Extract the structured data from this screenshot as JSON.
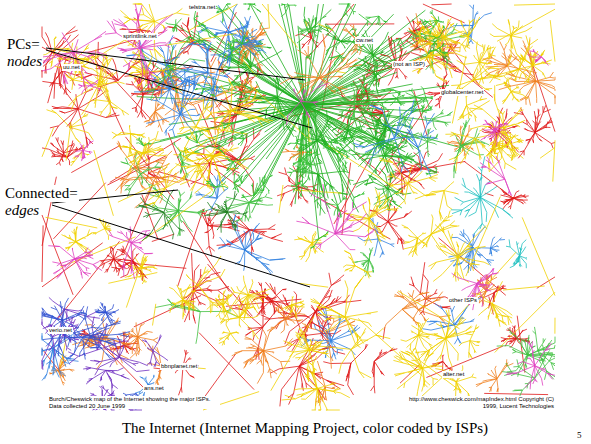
{
  "diagram": {
    "caption": "The Internet (Internet Mapping Project, color coded by ISPs)",
    "labels": [
      "PCs=",
      "nodes",
      "Connected=",
      "edges",
      "telstra.net",
      "sprintlink.net",
      "uu.net",
      "cw.net",
      "(not an ISP)",
      "globalcenter.net",
      "verio.net",
      "bbnplanet.net",
      "ans.net",
      "alter.net",
      "other ISPs",
      "Burch/Cheswick map of the Internet showing the major ISPs.  Data collected 20 June 1999",
      "http://www.cheswick.com/mapIndex.html Copyright (C) 1999, Lucent Technologies",
      "5"
    ]
  }
}
